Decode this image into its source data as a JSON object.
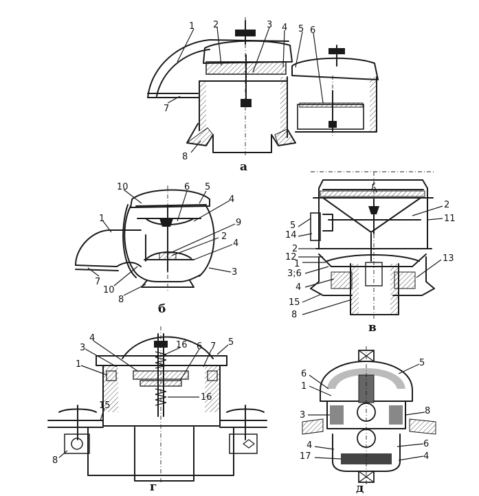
{
  "figures": {
    "a": {
      "caption": "а",
      "labels": [
        "1",
        "2",
        "3",
        "4",
        "5",
        "6",
        "7",
        "8"
      ]
    },
    "b": {
      "caption": "б",
      "labels": [
        "10",
        "6",
        "5",
        "4",
        "9",
        "2",
        "4",
        "3",
        "1",
        "7",
        "10",
        "8"
      ]
    },
    "v": {
      "caption": "в",
      "labels": [
        "f",
        "2",
        "11",
        "5",
        "14",
        "2",
        "12",
        "1",
        "3;6",
        "4",
        "13",
        "15",
        "8"
      ]
    },
    "g": {
      "caption": "г",
      "labels": [
        "16",
        "4",
        "6",
        "7",
        "5",
        "3",
        "1",
        "16",
        "15",
        "8"
      ]
    },
    "d": {
      "caption": "д",
      "labels": [
        "5",
        "6",
        "1",
        "3",
        "8",
        "6",
        "4",
        "17",
        "4"
      ]
    }
  }
}
